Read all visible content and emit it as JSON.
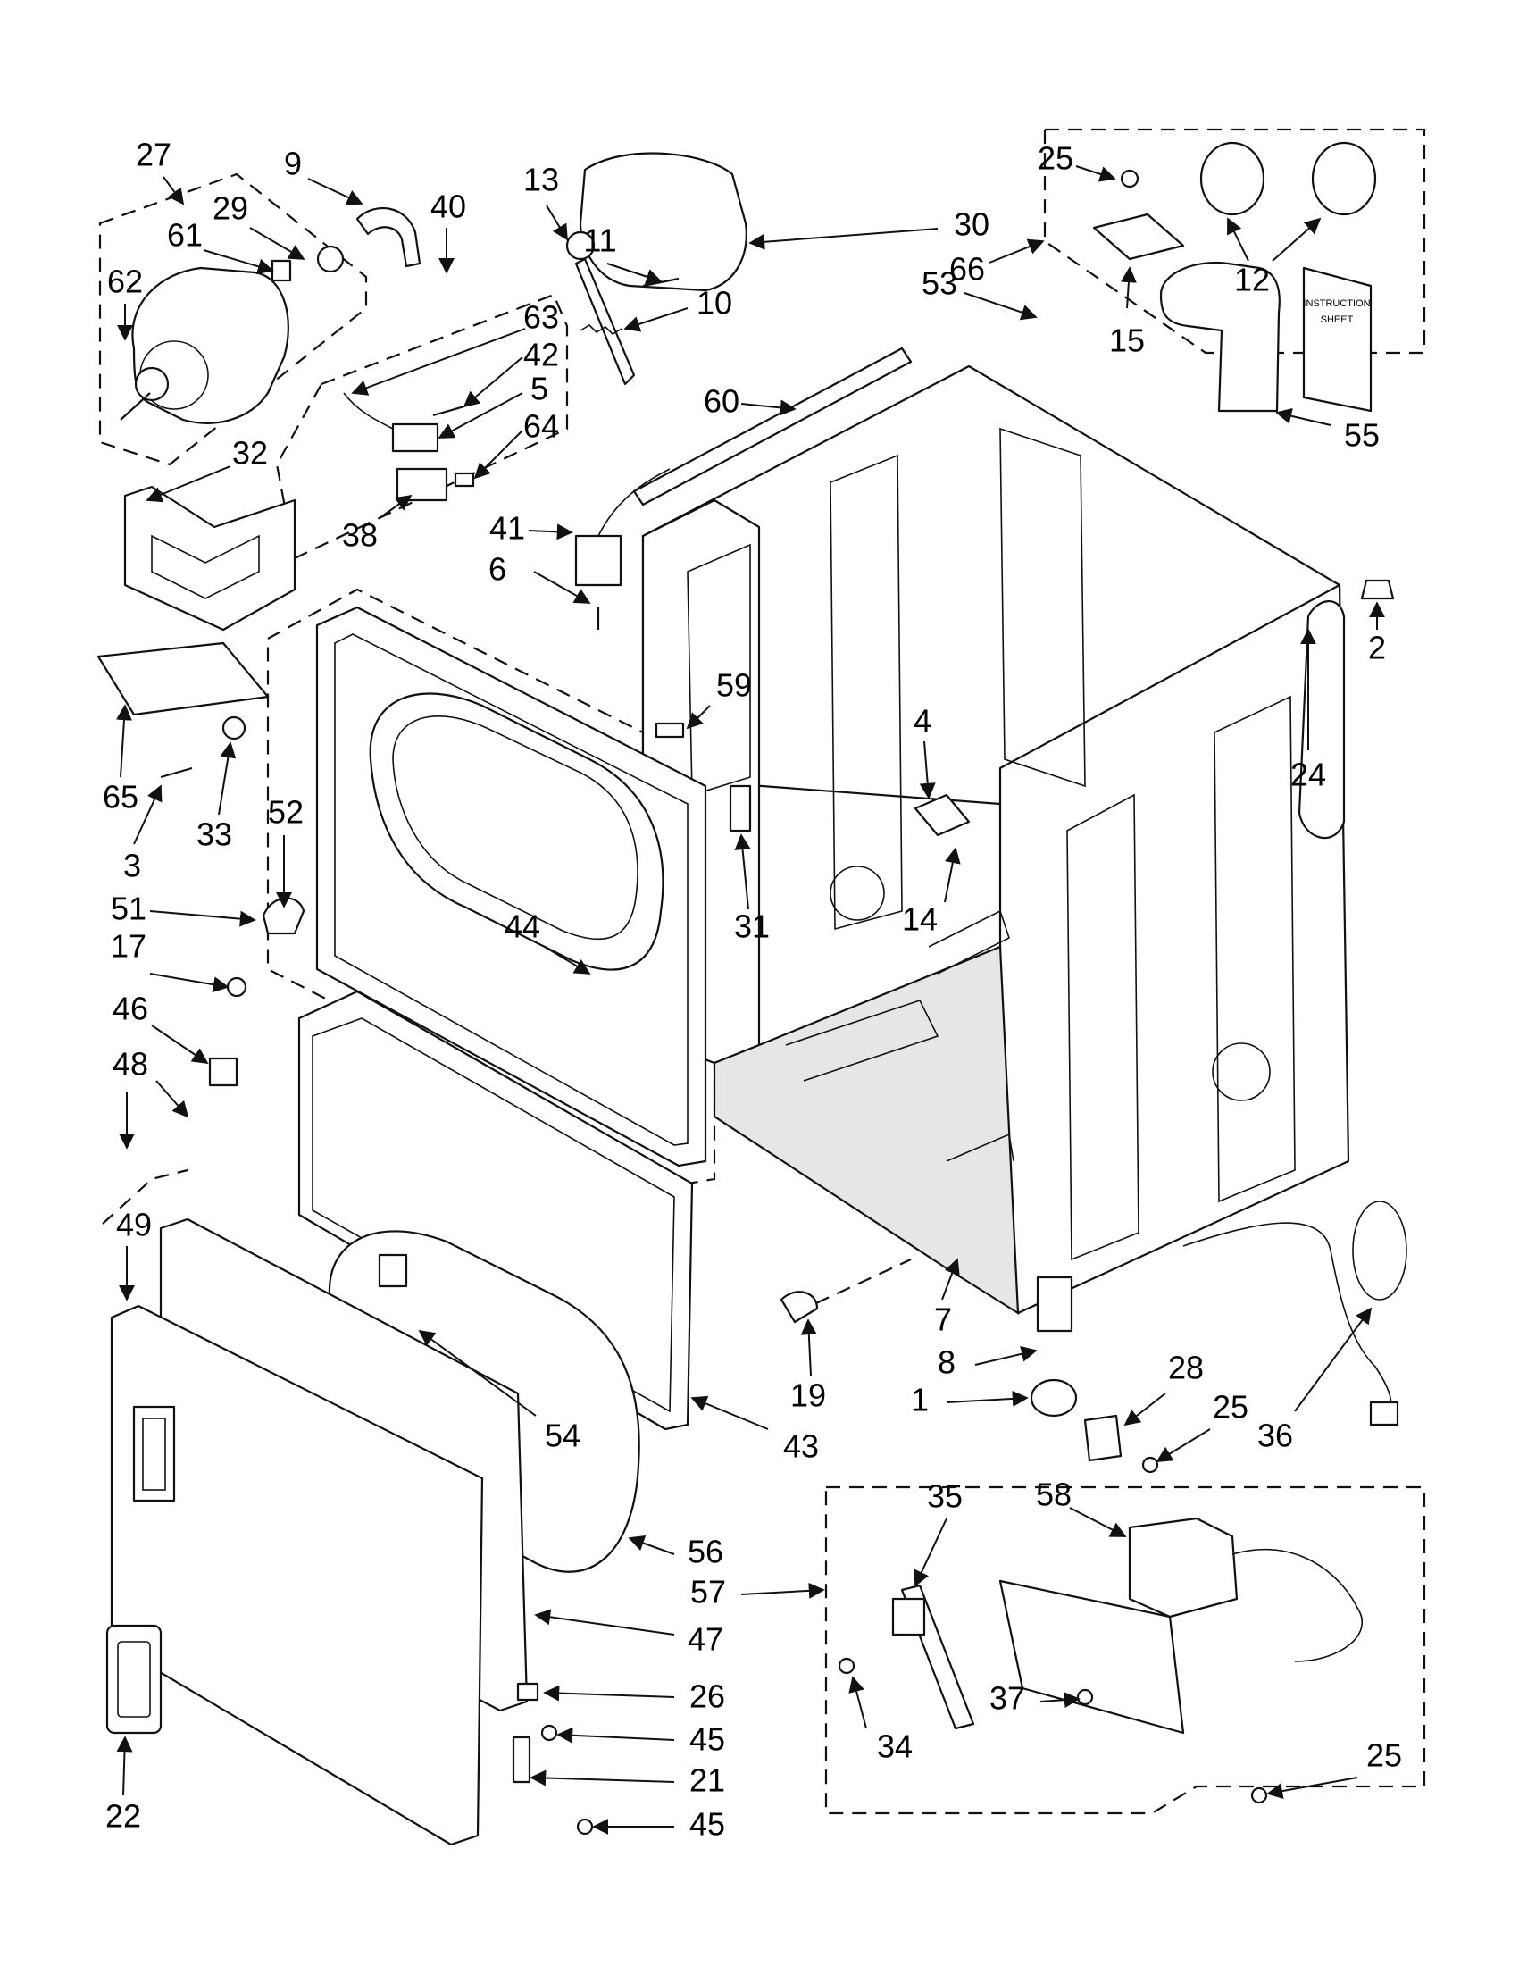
{
  "callouts": [
    {
      "id": "c27",
      "text": "27"
    },
    {
      "id": "c9",
      "text": "9"
    },
    {
      "id": "c29",
      "text": "29"
    },
    {
      "id": "c61",
      "text": "61"
    },
    {
      "id": "c40",
      "text": "40"
    },
    {
      "id": "c62",
      "text": "62"
    },
    {
      "id": "c13",
      "text": "13"
    },
    {
      "id": "c11",
      "text": "11"
    },
    {
      "id": "c30",
      "text": "30"
    },
    {
      "id": "c10",
      "text": "10"
    },
    {
      "id": "c63",
      "text": "63"
    },
    {
      "id": "c42",
      "text": "42"
    },
    {
      "id": "c5",
      "text": "5"
    },
    {
      "id": "c64",
      "text": "64"
    },
    {
      "id": "c32",
      "text": "32"
    },
    {
      "id": "c38",
      "text": "38"
    },
    {
      "id": "c41",
      "text": "41"
    },
    {
      "id": "c6",
      "text": "6"
    },
    {
      "id": "c60",
      "text": "60"
    },
    {
      "id": "c53",
      "text": "53"
    },
    {
      "id": "c66",
      "text": "66"
    },
    {
      "id": "c25a",
      "text": "25"
    },
    {
      "id": "c12",
      "text": "12"
    },
    {
      "id": "c15",
      "text": "15"
    },
    {
      "id": "c55",
      "text": "55"
    },
    {
      "id": "c2",
      "text": "2"
    },
    {
      "id": "c24",
      "text": "24"
    },
    {
      "id": "c59",
      "text": "59"
    },
    {
      "id": "c4",
      "text": "4"
    },
    {
      "id": "c65",
      "text": "65"
    },
    {
      "id": "c33",
      "text": "33"
    },
    {
      "id": "c3",
      "text": "3"
    },
    {
      "id": "c52",
      "text": "52"
    },
    {
      "id": "c51",
      "text": "51"
    },
    {
      "id": "c17",
      "text": "17"
    },
    {
      "id": "c31",
      "text": "31"
    },
    {
      "id": "c14",
      "text": "14"
    },
    {
      "id": "c44",
      "text": "44"
    },
    {
      "id": "c46",
      "text": "46"
    },
    {
      "id": "c48",
      "text": "48"
    },
    {
      "id": "c49",
      "text": "49"
    },
    {
      "id": "c19",
      "text": "19"
    },
    {
      "id": "c7",
      "text": "7"
    },
    {
      "id": "c8",
      "text": "8"
    },
    {
      "id": "c1",
      "text": "1"
    },
    {
      "id": "c28",
      "text": "28"
    },
    {
      "id": "c25b",
      "text": "25"
    },
    {
      "id": "c36",
      "text": "36"
    },
    {
      "id": "c54",
      "text": "54"
    },
    {
      "id": "c43",
      "text": "43"
    },
    {
      "id": "c56",
      "text": "56"
    },
    {
      "id": "c57",
      "text": "57"
    },
    {
      "id": "c35",
      "text": "35"
    },
    {
      "id": "c58",
      "text": "58"
    },
    {
      "id": "c47",
      "text": "47"
    },
    {
      "id": "c26",
      "text": "26"
    },
    {
      "id": "c45a",
      "text": "45"
    },
    {
      "id": "c21",
      "text": "21"
    },
    {
      "id": "c45b",
      "text": "45"
    },
    {
      "id": "c22",
      "text": "22"
    },
    {
      "id": "c34",
      "text": "34"
    },
    {
      "id": "c37",
      "text": "37"
    },
    {
      "id": "c25c",
      "text": "25"
    }
  ],
  "manual": {
    "line1": "INSTRUCTION",
    "line2": "SHEET"
  }
}
